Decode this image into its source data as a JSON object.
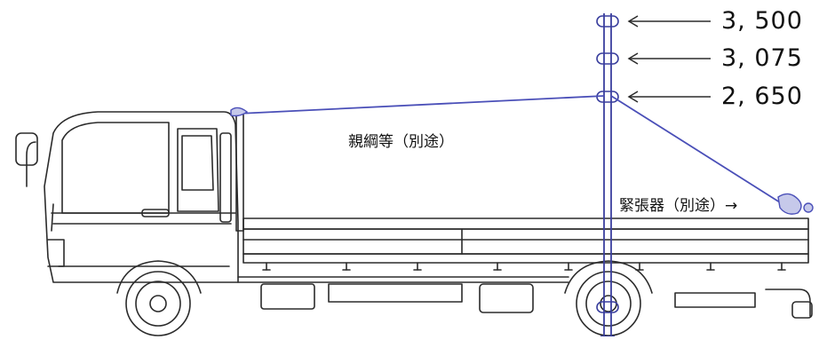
{
  "height_markers": [
    {
      "label": "3, 500"
    },
    {
      "label": "3, 075"
    },
    {
      "label": "2, 650"
    }
  ],
  "callouts": {
    "lifeline": "親綱等（別途）",
    "tensioner": "緊張器（別途）→"
  },
  "colors": {
    "line": "#2b2b2b",
    "rope": "#4a4fb8",
    "background": "#ffffff"
  },
  "icons": [
    "truck-drawing",
    "pole-icon",
    "rope-ring-icon",
    "arrow-left-icon",
    "tensioner-icon"
  ]
}
